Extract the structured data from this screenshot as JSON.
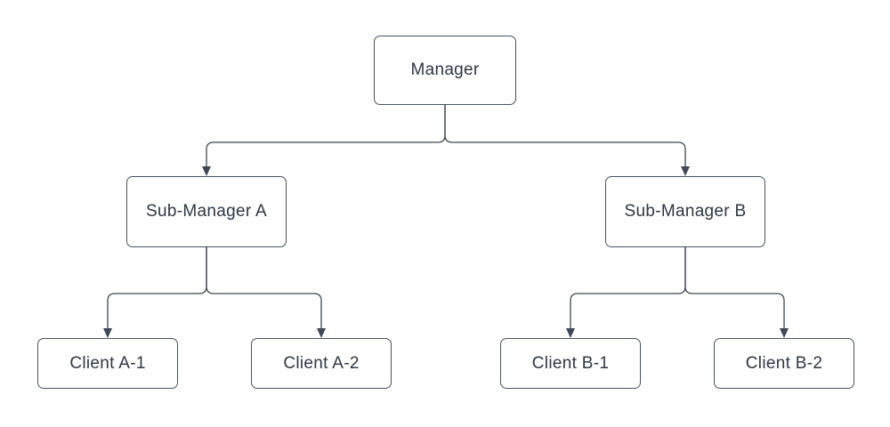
{
  "diagram": {
    "type": "org-chart",
    "background": "#ffffff",
    "colors": {
      "node_fill": "#ffffff",
      "node_border": "#4a5263",
      "connector": "#3f4855",
      "text": "#2e3744"
    },
    "nodes": [
      {
        "id": "manager",
        "label": "Manager",
        "level": 1
      },
      {
        "id": "sub-manager-a",
        "label": "Sub-Manager A",
        "level": 2,
        "parent": "manager"
      },
      {
        "id": "sub-manager-b",
        "label": "Sub-Manager B",
        "level": 2,
        "parent": "manager"
      },
      {
        "id": "client-a1",
        "label": "Client A-1",
        "level": 3,
        "parent": "sub-manager-a"
      },
      {
        "id": "client-a2",
        "label": "Client A-2",
        "level": 3,
        "parent": "sub-manager-a"
      },
      {
        "id": "client-b1",
        "label": "Client B-1",
        "level": 3,
        "parent": "sub-manager-b"
      },
      {
        "id": "client-b2",
        "label": "Client B-2",
        "level": 3,
        "parent": "sub-manager-b"
      }
    ],
    "edges": [
      {
        "from": "Manager",
        "to": "Sub-Manager A",
        "style": "elbow",
        "arrow": "filled-triangle"
      },
      {
        "from": "Manager",
        "to": "Sub-Manager B",
        "style": "elbow",
        "arrow": "filled-triangle"
      },
      {
        "from": "Sub-Manager A",
        "to": "Client A-1",
        "style": "elbow",
        "arrow": "filled-triangle"
      },
      {
        "from": "Sub-Manager A",
        "to": "Client A-2",
        "style": "elbow",
        "arrow": "filled-triangle"
      },
      {
        "from": "Sub-Manager B",
        "to": "Client B-1",
        "style": "elbow",
        "arrow": "filled-triangle"
      },
      {
        "from": "Sub-Manager B",
        "to": "Client B-2",
        "style": "elbow",
        "arrow": "filled-triangle"
      }
    ]
  }
}
